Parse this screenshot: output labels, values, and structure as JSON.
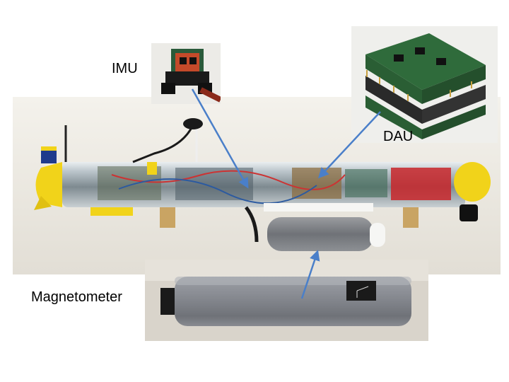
{
  "labels": {
    "imu": "IMU",
    "dau": "DAU",
    "magnetometer": "Magnetometer"
  },
  "colors": {
    "hull_yellow": "#f1d31a",
    "arrow_blue": "#4a7fc9",
    "tube_grey": "#8c8f96",
    "board_green": "#2f6b3b"
  }
}
